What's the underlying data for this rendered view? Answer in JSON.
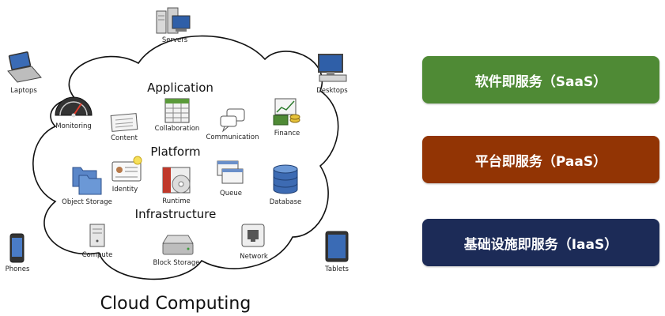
{
  "diagram": {
    "title": "Cloud Computing",
    "layers": {
      "application": "Application",
      "platform": "Platform",
      "infrastructure": "Infrastructure"
    },
    "devices": {
      "servers": "Servers",
      "laptops": "Laptops",
      "desktops": "Desktops",
      "phones": "Phones",
      "tablets": "Tablets"
    },
    "services": {
      "monitoring": "Monitoring",
      "content": "Content",
      "collaboration": "Collaboration",
      "communication": "Communication",
      "finance": "Finance",
      "identity": "Identity",
      "object_storage": "Object Storage",
      "runtime": "Runtime",
      "queue": "Queue",
      "database": "Database",
      "compute": "Compute",
      "block_storage": "Block Storage",
      "network": "Network"
    }
  },
  "service_models": [
    {
      "label": "软件即服务（SaaS）",
      "color": "#4f8a35"
    },
    {
      "label": "平台即服务（PaaS）",
      "color": "#923404"
    },
    {
      "label": "基础设施即服务（IaaS）",
      "color": "#1c2b57"
    }
  ]
}
